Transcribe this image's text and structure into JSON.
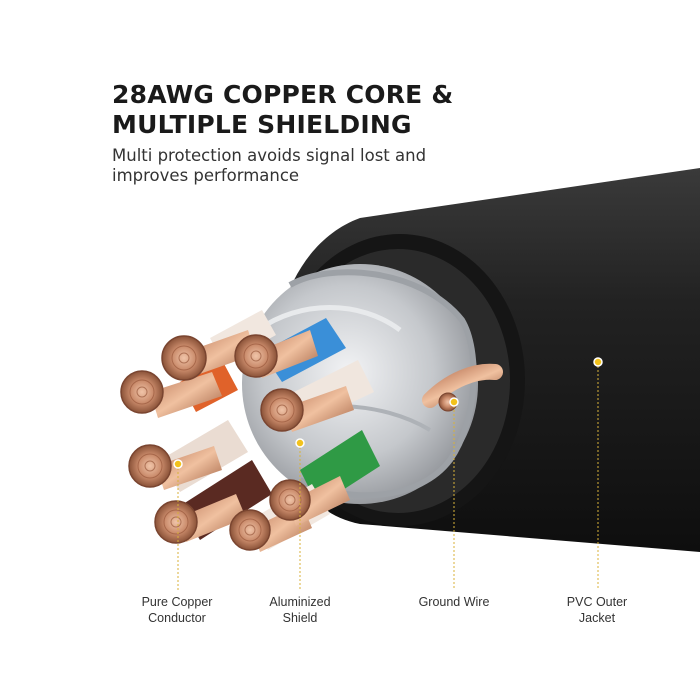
{
  "headline": {
    "line1": "28AWG COPPER CORE &",
    "line2": "MULTIPLE SHIELDING"
  },
  "subheadline": {
    "line1": "Multi protection avoids signal lost and",
    "line2": "improves performance"
  },
  "callouts": [
    {
      "line1": "Pure Copper",
      "line2": "Conductor"
    },
    {
      "line1": "Aluminized",
      "line2": "Shield"
    },
    {
      "line1": "Ground Wire",
      "line2": ""
    },
    {
      "line1": "PVC Outer",
      "line2": "Jacket"
    }
  ],
  "colors": {
    "jacket": "#1c1c1c",
    "copper": "#c98a6a",
    "foil": "#c9ccd0",
    "insulation_blue": "#3a8fd8",
    "insulation_orange": "#e0622a",
    "insulation_green": "#2f9a45",
    "insulation_brown": "#5a2a22",
    "callout_dot": "#f2c21c"
  }
}
